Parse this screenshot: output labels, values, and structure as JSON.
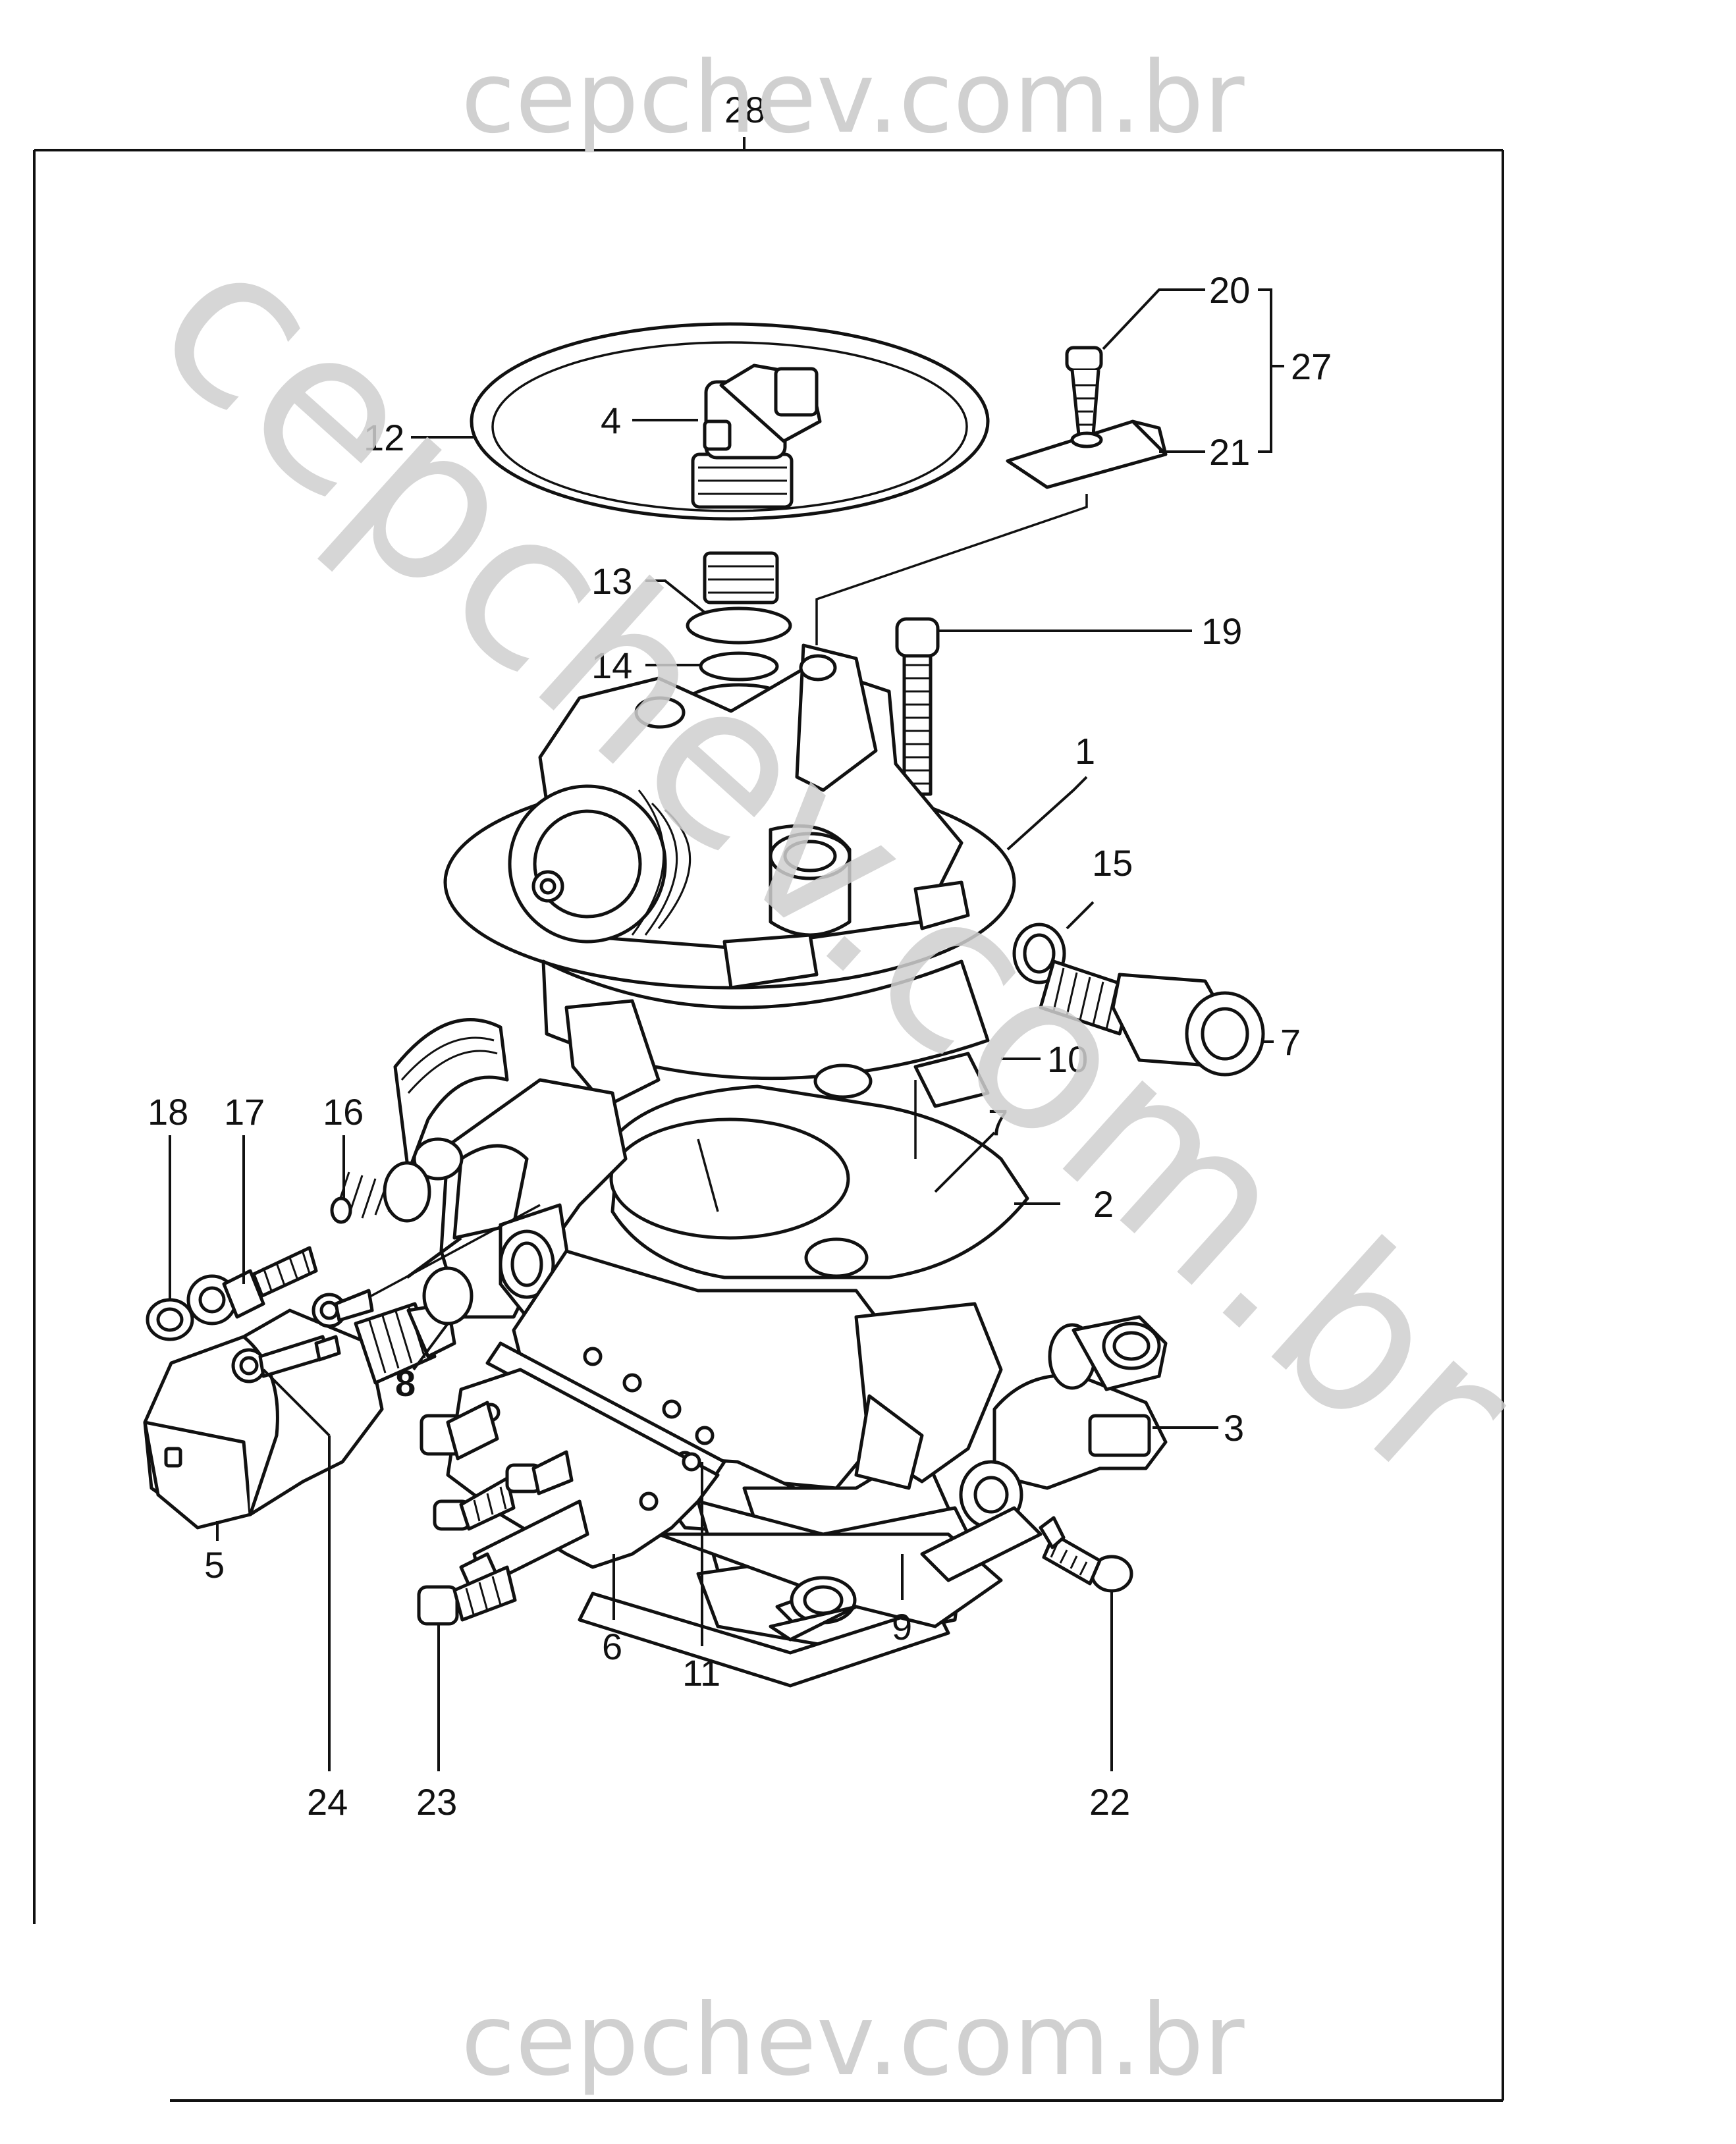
{
  "watermark": {
    "top": "cepchev.com.br",
    "diagonal": "cepchev.com.br",
    "bottom": "cepchev.com.br",
    "color": "#d0d0d0"
  },
  "callouts": {
    "c28": "28",
    "c20": "20",
    "c27": "27",
    "c21": "21",
    "c12": "12",
    "c4": "4",
    "c13": "13",
    "c19": "19",
    "c14": "14",
    "c1": "1",
    "c15": "15",
    "c7a": "7",
    "c10": "10",
    "c18": "18",
    "c17": "17",
    "c16": "16",
    "c7b": "7",
    "c2": "2",
    "c8": "8",
    "c3": "3",
    "c5": "5",
    "c6": "6",
    "c11": "11",
    "c9": "9",
    "c24": "24",
    "c23": "23",
    "c22": "22"
  }
}
